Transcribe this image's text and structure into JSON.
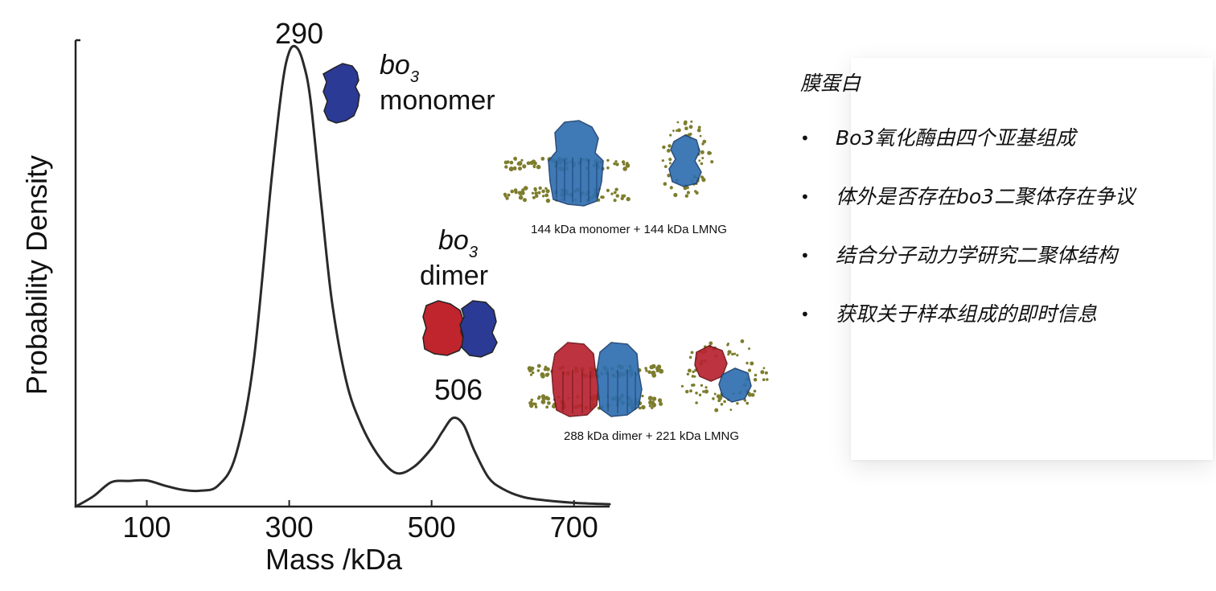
{
  "chart_data": {
    "type": "line",
    "xlabel": "Mass /kDa",
    "ylabel": "Probability Density",
    "xlim": [
      0,
      750
    ],
    "x_ticks": [
      100,
      300,
      500,
      700
    ],
    "ylim": [
      0,
      1.0
    ],
    "x": [
      0,
      25,
      50,
      75,
      100,
      125,
      150,
      175,
      200,
      225,
      250,
      275,
      290,
      300,
      310,
      320,
      330,
      345,
      360,
      380,
      400,
      425,
      450,
      475,
      500,
      515,
      530,
      545,
      560,
      580,
      600,
      625,
      650,
      700,
      750
    ],
    "y": [
      0.0,
      0.022,
      0.052,
      0.055,
      0.056,
      0.045,
      0.036,
      0.034,
      0.045,
      0.11,
      0.31,
      0.7,
      0.9,
      0.975,
      0.985,
      0.95,
      0.87,
      0.65,
      0.44,
      0.27,
      0.18,
      0.11,
      0.072,
      0.085,
      0.125,
      0.16,
      0.19,
      0.175,
      0.12,
      0.062,
      0.038,
      0.022,
      0.015,
      0.008,
      0.005
    ],
    "peak_labels": [
      "290",
      "506"
    ],
    "annotations": [
      {
        "italic": "bo",
        "subscript": "3",
        "text": "monomer"
      },
      {
        "italic": "bo",
        "subscript": "3",
        "text": "dimer"
      }
    ]
  },
  "structures": {
    "monomer_caption": "144 kDa monomer + 144 kDa LMNG",
    "dimer_caption": "288 kDa dimer + 221 kDa LMNG"
  },
  "notes": {
    "title": "膜蛋白",
    "bullet_symbol": "•",
    "items": [
      "Bo3氧化酶由四个亚基组成",
      "体外是否存在bo3二聚体存在争议",
      "结合分子动力学研究二聚体结构",
      "获取关于样本组成的即时信息"
    ]
  },
  "colors": {
    "curve": "#2a2a2a",
    "monomer_blob": "#2b3a94",
    "dimer_red": "#c0242c",
    "protein_blue": "#2f6fb0",
    "protein_red": "#b82330",
    "lipid": "#7d7d2e"
  }
}
